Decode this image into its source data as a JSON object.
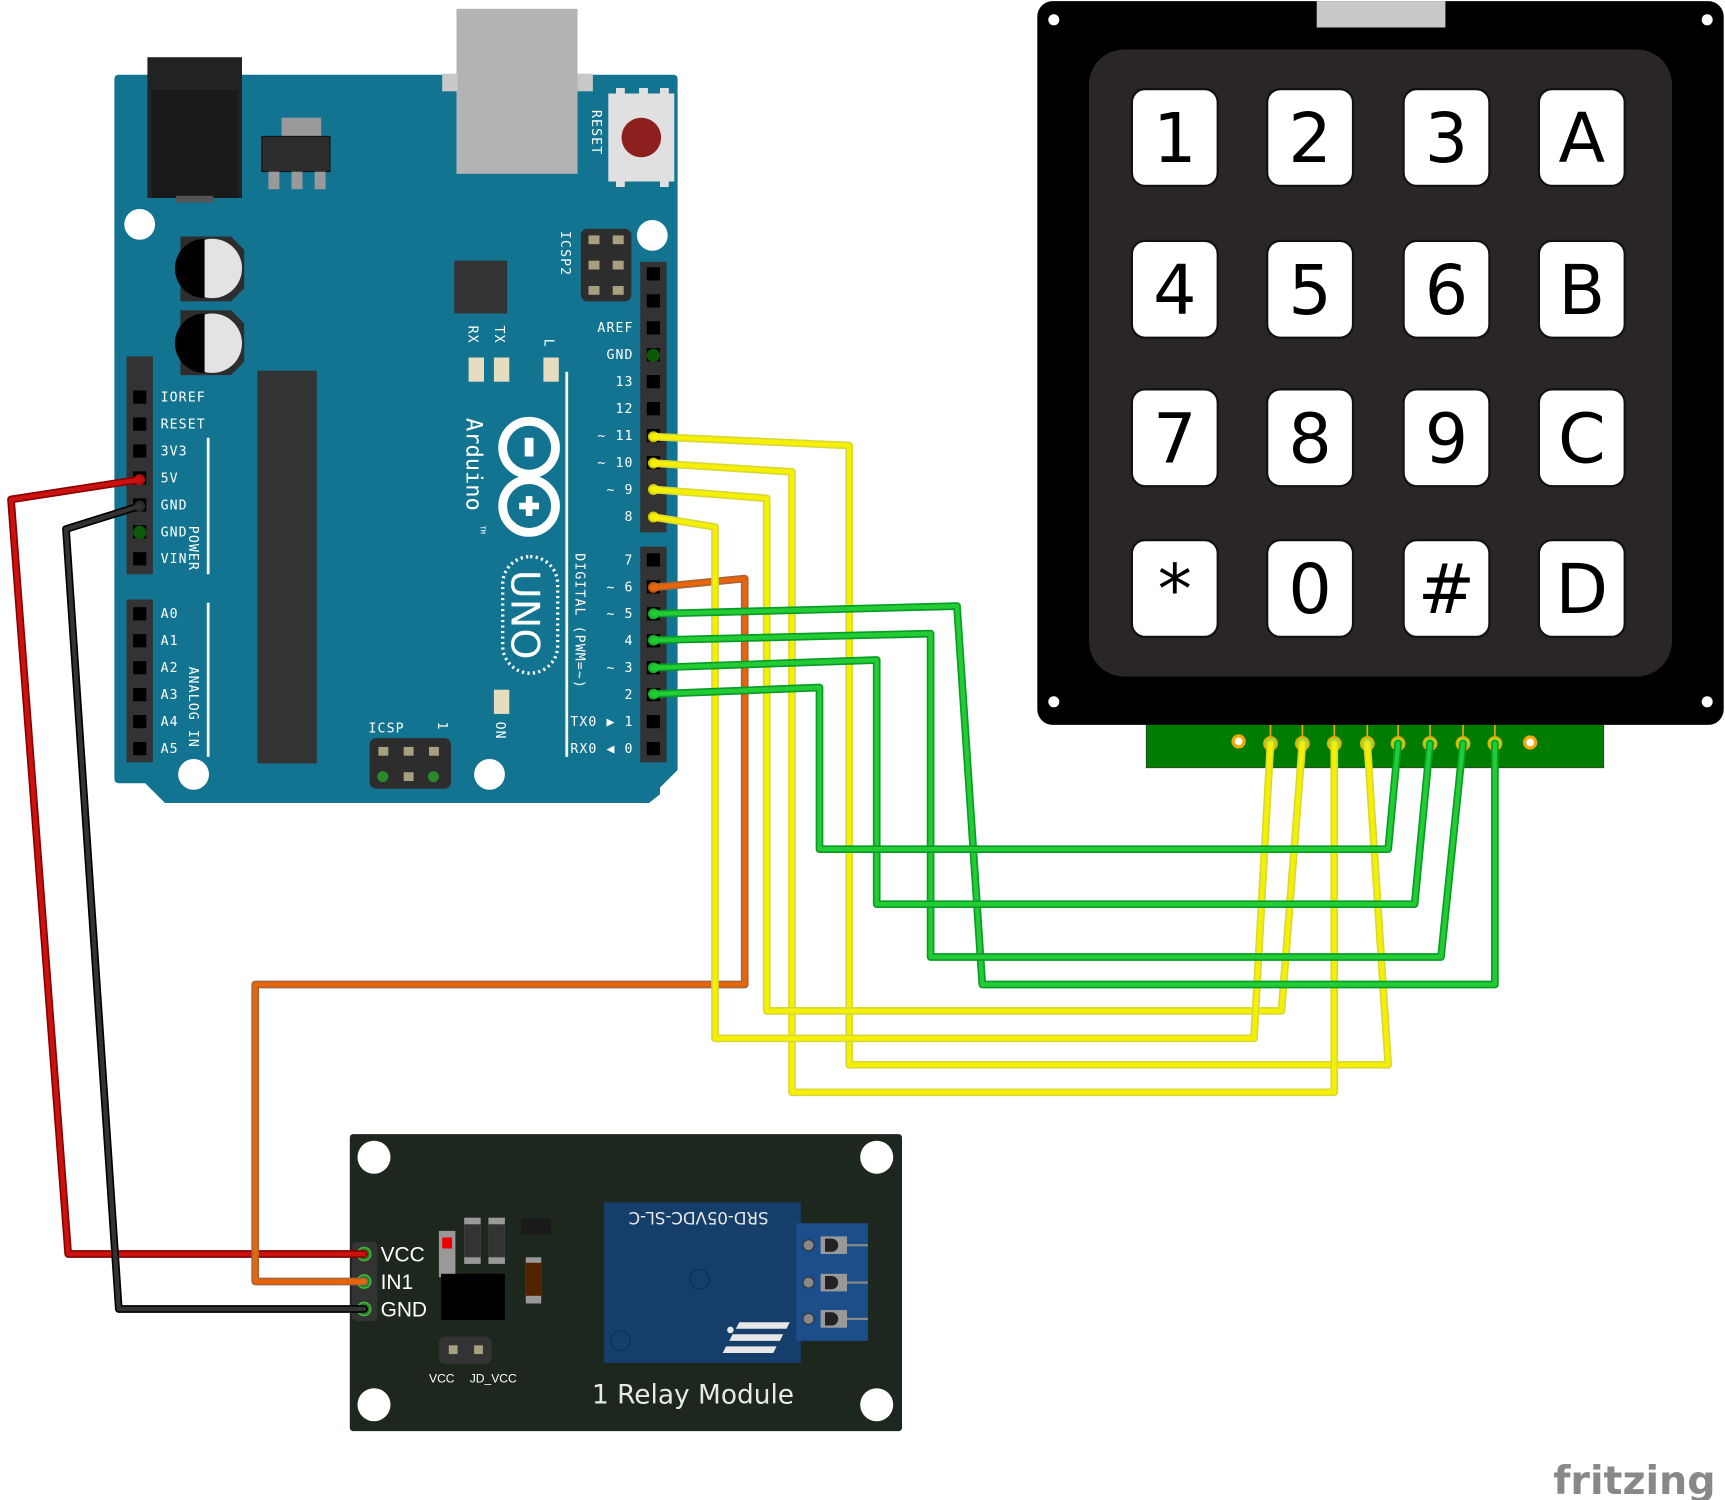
{
  "diagram": {
    "watermark": "fritzing",
    "arduino": {
      "board_name": "Arduino",
      "trademark": "TM",
      "model": "UNO",
      "reset_label": "RESET",
      "icsp2_label": "ICSP2",
      "icsp_label": "ICSP",
      "icsp_pin1": "1",
      "led_labels": {
        "rx": "RX",
        "tx": "TX",
        "l": "L",
        "on": "ON"
      },
      "digital_section_label": "DIGITAL (PWM=~)",
      "power_section_label": "POWER",
      "analog_section_label": "ANALOG IN",
      "power_pins": [
        "IOREF",
        "RESET",
        "3V3",
        "5V",
        "GND",
        "GND",
        "VIN"
      ],
      "analog_pins": [
        "A0",
        "A1",
        "A2",
        "A3",
        "A4",
        "A5"
      ],
      "digital_pins_upper": [
        "AREF",
        "GND",
        "13",
        "12",
        "~ 11",
        "~ 10",
        "~ 9",
        "8"
      ],
      "digital_pins_lower": [
        "7",
        "~ 6",
        "~ 5",
        "4",
        "~ 3",
        "2",
        "TX0 ▶ 1",
        "RX0 ◀ 0"
      ]
    },
    "keypad": {
      "keys": [
        [
          "1",
          "2",
          "3",
          "A"
        ],
        [
          "4",
          "5",
          "6",
          "B"
        ],
        [
          "7",
          "8",
          "9",
          "C"
        ],
        [
          "*",
          "0",
          "#",
          "D"
        ]
      ],
      "pin_count": 8
    },
    "relay": {
      "title": "1 Relay Module",
      "relay_part": "SRD-05VDC-SL-C",
      "pins": [
        "VCC",
        "IN1",
        "GND"
      ],
      "jumper_labels": [
        "VCC",
        "JD_VCC"
      ]
    },
    "wires": [
      {
        "from": "Arduino 5V",
        "to": "Relay VCC",
        "color": "#cc1111"
      },
      {
        "from": "Arduino GND",
        "to": "Relay GND",
        "color": "#333333"
      },
      {
        "from": "Arduino D6",
        "to": "Relay IN1",
        "color": "#e8650a"
      },
      {
        "from": "Arduino D11",
        "to": "Keypad pin 4",
        "color": "#f5f000"
      },
      {
        "from": "Arduino D10",
        "to": "Keypad pin 3",
        "color": "#f5f000"
      },
      {
        "from": "Arduino D9",
        "to": "Keypad pin 1",
        "color": "#f5f000"
      },
      {
        "from": "Arduino D8",
        "to": "Keypad pin 2",
        "color": "#f5f000"
      },
      {
        "from": "Arduino D5",
        "to": "Keypad pin 8",
        "color": "#22cc33"
      },
      {
        "from": "Arduino D4",
        "to": "Keypad pin 7",
        "color": "#22cc33"
      },
      {
        "from": "Arduino D3",
        "to": "Keypad pin 6",
        "color": "#22cc33"
      },
      {
        "from": "Arduino D2",
        "to": "Keypad pin 5",
        "color": "#22cc33"
      }
    ],
    "colors": {
      "arduino_board": "#137491",
      "keypad_frame": "#000000",
      "keypad_face": "#2a2626",
      "relay_board": "#1e271d",
      "relay_body": "#163e6a",
      "keypad_connector": "#007c00"
    }
  }
}
